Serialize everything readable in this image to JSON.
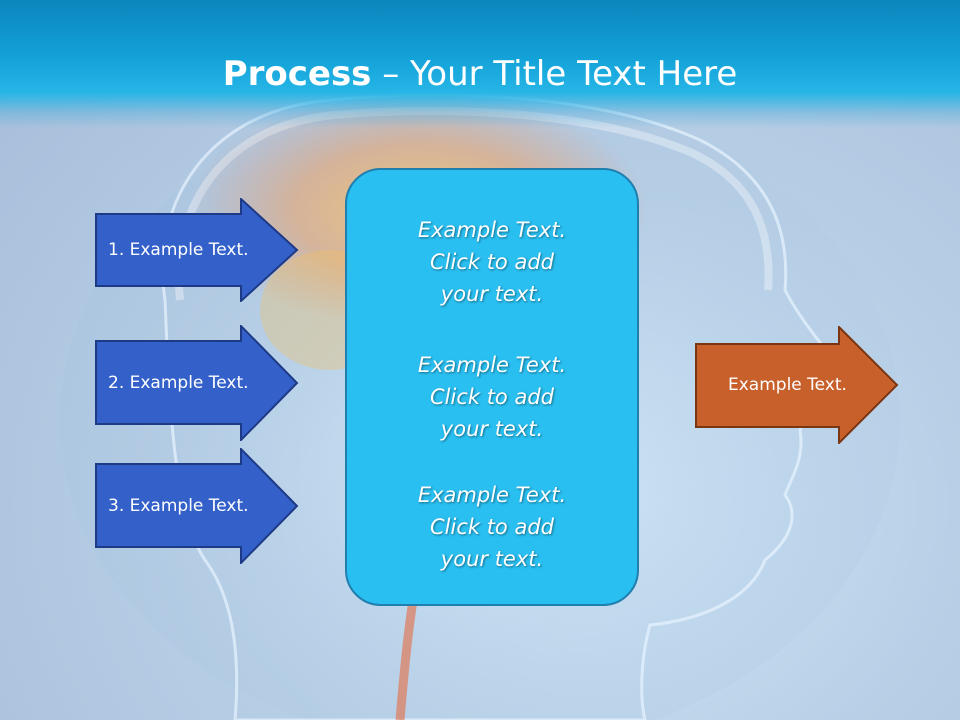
{
  "slide": {
    "title_bold": "Process",
    "title_rest": " – Your Title Text Here",
    "left_arrows": [
      {
        "label": "1. Example Text."
      },
      {
        "label": "2. Example Text."
      },
      {
        "label": "3. Example Text."
      }
    ],
    "center_blocks": [
      {
        "line1": "Example Text.",
        "line2": "Click  to add",
        "line3": "your text."
      },
      {
        "line1": "Example Text.",
        "line2": "Click  to add",
        "line3": "your text."
      },
      {
        "line1": "Example Text.",
        "line2": "Click  to add",
        "line3": "your text."
      }
    ],
    "right_arrow": {
      "label": "Example Text."
    }
  },
  "colors": {
    "title_band": "#13a2d8",
    "blue_arrow_fill": "#3461c9",
    "blue_arrow_border": "#1e3a86",
    "center_box_fill": "#29bff1",
    "center_box_border": "#1f7fae",
    "orange_arrow_fill": "#c8602b",
    "orange_arrow_border": "#7a3513"
  }
}
